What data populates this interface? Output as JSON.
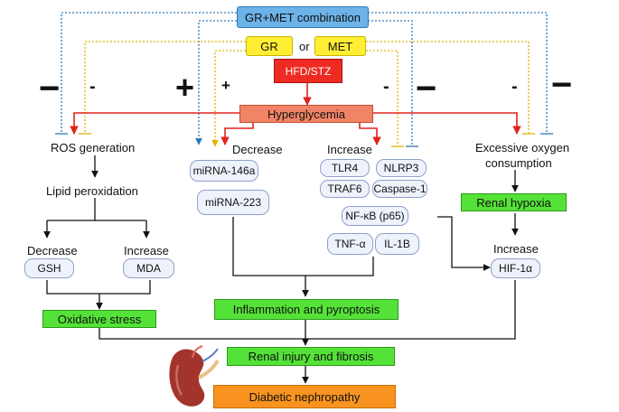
{
  "top": {
    "combination": "GR+MET combination",
    "gr": "GR",
    "or": "or",
    "met": "MET",
    "hfd_stz": "HFD/STZ"
  },
  "hyperglycemia": "Hyperglycemia",
  "signs": {
    "minus": "−",
    "dash": "-",
    "plus": "+"
  },
  "left_branch": {
    "ros": "ROS generation",
    "lipid": "Lipid peroxidation",
    "decrease": "Decrease",
    "increase": "Increase",
    "gsh": "GSH",
    "mda": "MDA",
    "oxidative": "Oxidative stress"
  },
  "mirna_branch": {
    "decrease": "Decrease",
    "items": [
      "miRNA-146a",
      "miRNA-223"
    ]
  },
  "inflam_branch": {
    "increase": "Increase",
    "items": [
      "TLR4",
      "NLRP3",
      "TRAF6",
      "Caspase-1",
      "NF-κB (p65)",
      "TNF-α",
      "IL-1B"
    ],
    "outcome": "Inflammation and pyroptosis"
  },
  "right_branch": {
    "excessive": "Excessive oxygen",
    "consumption": "consumption",
    "hypoxia": "Renal hypoxia",
    "increase": "Increase",
    "hif": "HIF-1α"
  },
  "bottom": {
    "renal_injury": "Renal injury and fibrosis",
    "nephropathy": "Diabetic nephropathy"
  },
  "colors": {
    "red_arrow": "#e0231c",
    "blue_dotted": "#2b79b8",
    "yellow_dotted": "#e0b400",
    "kidney": "#a3342c"
  }
}
